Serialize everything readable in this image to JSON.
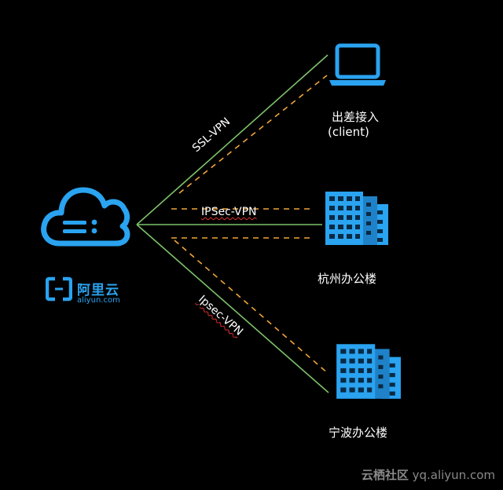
{
  "source_node": {
    "icon": "cloud-icon",
    "brand_name": "阿里云",
    "brand_url": "aliyun.com"
  },
  "nodes": [
    {
      "label_line1": "出差接入",
      "label_line2": "(client)",
      "icon": "laptop-icon"
    },
    {
      "label": "杭州办公楼",
      "icon": "office-building-icon"
    },
    {
      "label": "宁波办公楼",
      "icon": "office-building-icon"
    }
  ],
  "links": [
    {
      "label": "SSL-VPN",
      "target": "出差接入"
    },
    {
      "label": "IPSec-VPN",
      "target": "杭州办公楼"
    },
    {
      "label": "Ipsec-VPN",
      "target": "宁波办公楼"
    }
  ],
  "colors": {
    "background": "#000000",
    "link_line": "#7cc26a",
    "tunnel_dash": "#f0a43a",
    "icon_blue": "#2aa3f0",
    "text": "#ffffff",
    "watermark": "#8a8a8a"
  },
  "watermark": {
    "site_name": "云栖社区",
    "site_url": "yq.aliyun.com"
  }
}
